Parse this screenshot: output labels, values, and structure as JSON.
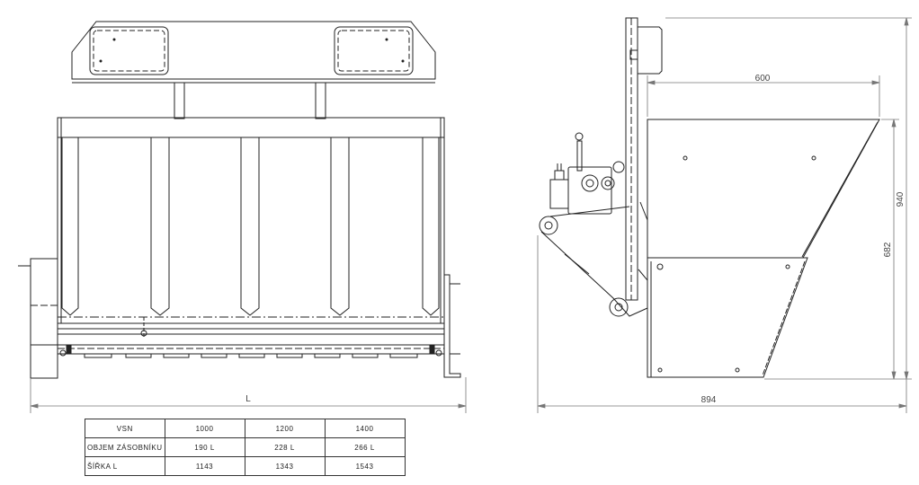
{
  "dimensions": {
    "front_width": "L",
    "side_top": "600",
    "side_overall_width": "894",
    "side_overall_height": "940",
    "side_hopper_height": "682"
  },
  "table": {
    "header": {
      "label": "VSN",
      "values": [
        "1000",
        "1200",
        "1400"
      ]
    },
    "rows": [
      {
        "label": "OBJEM ZÁSOBNÍKU",
        "values": [
          "190 L",
          "228 L",
          "266 L"
        ]
      },
      {
        "label": "ŠÍŘKA L",
        "values": [
          "1143",
          "1343",
          "1543"
        ]
      }
    ]
  }
}
